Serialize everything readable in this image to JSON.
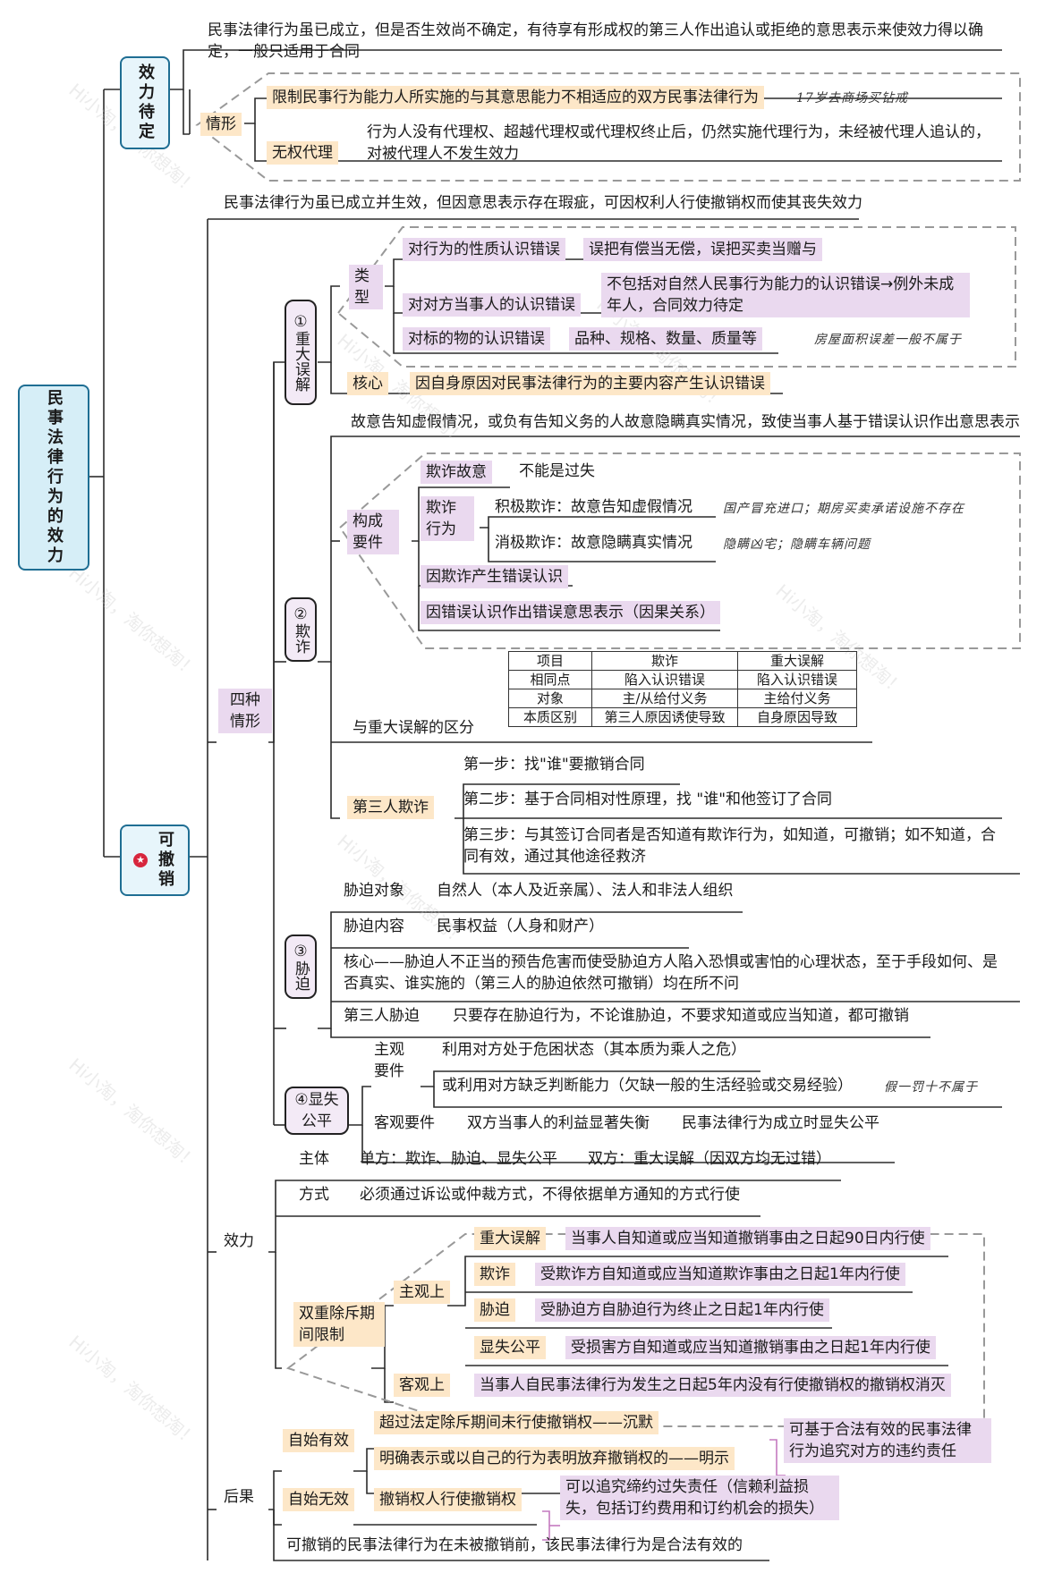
{
  "root": "民事法律行为的效力",
  "pending": {
    "label": "效力待定",
    "definition": "民事法律行为虽已成立，但是否生效尚不确定，有待享有形成权的第三人作出追认或拒绝的意思表示来使效力得以确定，一般只适用于合同",
    "situations_label": "情形",
    "situation1": "限制民事行为能力人所实施的与其意思能力不相适应的双方民事法律行为",
    "situation1_note": "17岁去商场买钻戒",
    "situation2_label": "无权代理",
    "situation2_text": "行为人没有代理权、超越代理权或代理权终止后，仍然实施代理行为，未经被代理人追认的，对被代理人不发生效力"
  },
  "revocable": {
    "label": "可撤销",
    "definition": "民事法律行为虽已成立并生效，但因意思表示存在瑕疵，可因权利人行使撤销权而使其丧失效力",
    "four_label": "四种情形",
    "mistake": {
      "label": "①重大误解",
      "types_label": "类型",
      "type1": "对行为的性质认识错误",
      "type1_ex": "误把有偿当无偿，误把买卖当赠与",
      "type2": "对对方当事人的认识错误",
      "type2_ex": "不包括对自然人民事行为能力的认识错误→例外未成年人，合同效力待定",
      "type3": "对标的物的认识错误",
      "type3_ex": "品种、规格、数量、质量等",
      "type3_note": "房屋面积误差一般不属于",
      "core_label": "核心",
      "core": "因自身原因对民事法律行为的主要内容产生认识错误"
    },
    "fraud": {
      "label": "②欺诈",
      "definition": "故意告知虚假情况，或负有告知义务的人故意隐瞒真实情况，致使当事人基于错误认识作出意思表示",
      "elements_label": "构成要件",
      "intent_label": "欺诈故意",
      "intent": "不能是过失",
      "act_label": "欺诈行为",
      "active": "积极欺诈：故意告知虚假情况",
      "active_note": "国产冒充进口；期房买卖承诺设施不存在",
      "passive": "消极欺诈：故意隐瞒真实情况",
      "passive_note": "隐瞒凶宅；隐瞒车辆问题",
      "e3": "因欺诈产生错误认识",
      "e4": "因错误认识作出错误意思表示（因果关系）",
      "diff_label": "与重大误解的区分",
      "table": [
        [
          "项目",
          "欺诈",
          "重大误解"
        ],
        [
          "相同点",
          "陷入认识错误",
          "陷入认识错误"
        ],
        [
          "对象",
          "主/从给付义务",
          "主给付义务"
        ],
        [
          "本质区别",
          "第三人原因诱使导致",
          "自身原因导致"
        ]
      ],
      "third_label": "第三人欺诈",
      "step1": "第一步：找\"谁\"要撤销合同",
      "step2": "第二步：基于合同相对性原理，找 \"谁\"和他签订了合同",
      "step3": "第三步：与其签订合同者是否知道有欺诈行为，如知道，可撤销；如不知道，合同有效，通过其他途径救济"
    },
    "duress": {
      "label": "③胁迫",
      "target_label": "胁迫对象",
      "target": "自然人（本人及近亲属）、法人和非法人组织",
      "content_label": "胁迫内容",
      "content": "民事权益（人身和财产）",
      "core": "核心——胁迫人不正当的预告危害而使受胁迫方人陷入恐惧或害怕的心理状态，至于手段如何、是否真实、谁实施的（第三人的胁迫依然可撤销）均在所不问",
      "third_label": "第三人胁迫",
      "third": "只要存在胁迫行为，不论谁胁迫，不要求知道或应当知道，都可撤销"
    },
    "unfair": {
      "label": "④显失公平",
      "subj_label": "主观要件",
      "subj1": "利用对方处于危困状态（其本质为乘人之危）",
      "subj2": "或利用对方缺乏判断能力（欠缺一般的生活经验或交易经验）",
      "subj2_note": "假一罚十不属于",
      "obj_label": "客观要件",
      "obj": "双方当事人的利益显著失衡",
      "obj2": "民事法律行为成立时显失公平"
    },
    "effect": {
      "label": "效力",
      "subject_label": "主体",
      "subject": "单方：欺诈、胁迫、显失公平　　双方：重大误解（因双方均无过错）",
      "method_label": "方式",
      "method": "必须通过诉讼或仲裁方式，不得依据单方通知的方式行使",
      "period_label": "双重除斥期间限制",
      "subjective_label": "主观上",
      "p1_label": "重大误解",
      "p1": "当事人自知道或应当知道撤销事由之日起90日内行使",
      "p2_label": "欺诈",
      "p2": "受欺诈方自知道或应当知道欺诈事由之日起1年内行使",
      "p3_label": "胁迫",
      "p3": "受胁迫方自胁迫行为终止之日起1年内行使",
      "p4_label": "显失公平",
      "p4": "受损害方自知道或应当知道撤销事由之日起1年内行使",
      "objective_label": "客观上",
      "objective": "当事人自民事法律行为发生之日起5年内没有行使撤销权的撤销权消灭"
    },
    "result": {
      "label": "后果",
      "valid_label": "自始有效",
      "valid1": "超过法定除斥期间未行使撤销权——沉默",
      "valid2": "明确表示或以自己的行为表明放弃撤销权的——明示",
      "valid_note": "可基于合法有效的民事法律行为追究对方的违约责任",
      "void_label": "自始无效",
      "void1": "撤销权人行使撤销权",
      "void_note": "可以追究缔约过失责任（信赖利益损失，包括订约费用和订约机会的损失）",
      "final": "可撤销的民事法律行为在未被撤销前，该民事法律行为是合法有效的"
    }
  },
  "watermark": "Hi小淘，淘你想淘！"
}
